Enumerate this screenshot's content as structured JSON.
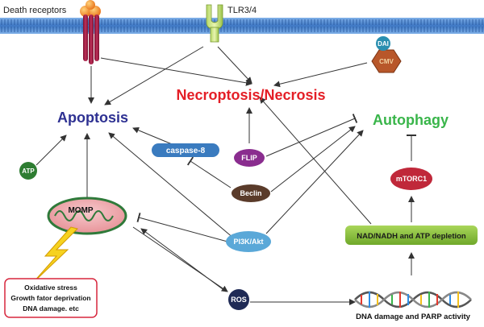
{
  "membrane": {
    "death_receptors": "Death receptors",
    "tlr": "TLR3/4",
    "dai": "DAI",
    "cmv": "CMV"
  },
  "outcomes": {
    "apoptosis": "Apoptosis",
    "necroptosis": "Necroptosis/Necrosis",
    "autophagy": "Autophagy"
  },
  "molecules": {
    "atp": "ATP",
    "caspase8": "caspase-8",
    "flip": "FLIP",
    "beclin": "Beclin",
    "mtorc1": "mTORC1",
    "pi3k": "PI3K/Akt",
    "ros": "ROS",
    "momp": "MOMP"
  },
  "boxes": {
    "nad": "NAD/NADH and ATP depletion",
    "dna": "DNA damage and PARP activity",
    "stress": [
      "Oxidative stress",
      "Growth fator deprivation",
      "DNA damage. etc"
    ]
  },
  "colors": {
    "membrane": "#5b8fd0",
    "apoptosis": "#2e3192",
    "necroptosis": "#e41e26",
    "autophagy": "#39b54a",
    "caspase8": "#3a7bbf",
    "flip": "#8a2d8f",
    "beclin": "#5a3b2a",
    "mtorc1": "#c0283a",
    "pi3k": "#5aa8d8",
    "ros": "#1f2a55",
    "atp": "#2e7d32",
    "nad": "#8dc63f",
    "stress_border": "#d7263d"
  }
}
